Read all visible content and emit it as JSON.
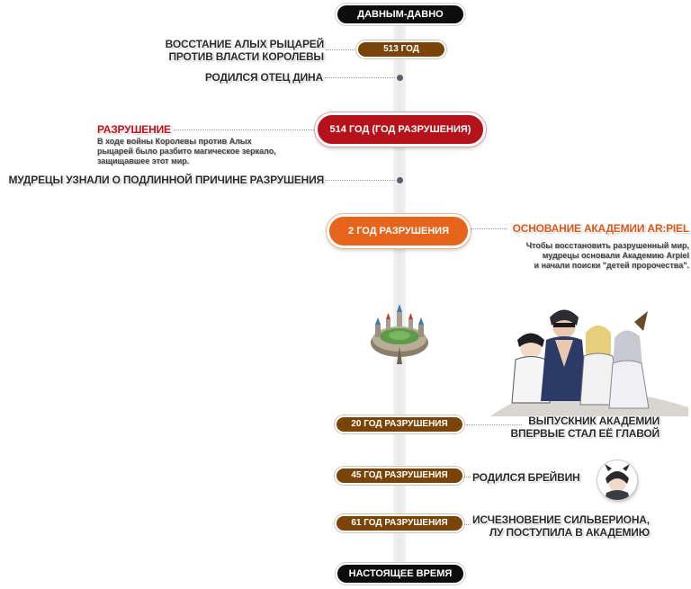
{
  "timeline": {
    "start_label": "ДАВНЫМ-ДАВНО",
    "end_label": "НАСТОЯЩЕЕ ВРЕМЯ",
    "events": [
      {
        "year": "513 ГОД",
        "title_line1": "ВОССТАНИЕ АЛЫХ РЫЦАРЕЙ",
        "title_line2": "ПРОТИВ ВЛАСТИ КОРОЛЕВЫ"
      },
      {
        "title": "РОДИЛСЯ ОТЕЦ ДИНА"
      },
      {
        "year": "514 ГОД (ГОД РАЗРУШЕНИЯ)",
        "heading": "РАЗРУШЕНИЕ",
        "desc_lines": [
          "В ходе войны Королевы против Алых",
          "рыцарей было разбито магическое зеркало,",
          "защищавшее этот мир."
        ]
      },
      {
        "title": "МУДРЕЦЫ УЗНАЛИ О ПОДЛИННОЙ ПРИЧИНЕ РАЗРУШЕНИЯ"
      },
      {
        "year": "2 ГОД РАЗРУШЕНИЯ",
        "heading": "ОСНОВАНИЕ АКАДЕМИИ AR:PIEL",
        "desc_lines": [
          "Чтобы восстановить разрушенный мир,",
          "мудрецы основали Академию Arpiel",
          "и начали поиски \"детей пророчества\"."
        ]
      },
      {
        "year": "20 ГОД РАЗРУШЕНИЯ",
        "title_line1": "ВЫПУСКНИК АКАДЕМИИ",
        "title_line2": "ВПЕРВЫЕ СТАЛ ЕЁ ГЛАВОЙ"
      },
      {
        "year": "45 ГОД РАЗРУШЕНИЯ",
        "title": "РОДИЛСЯ БРЕЙВИН"
      },
      {
        "year": "61 ГОД РАЗРУШЕНИЯ",
        "title_line1": "ИСЧЕЗНОВЕНИЕ СИЛЬВЕРИОНА,",
        "title_line2": "ЛУ ПОСТУПИЛА В АКАДЕМИЮ"
      }
    ]
  },
  "colors": {
    "red": "#b5121b",
    "orange": "#e6641c",
    "brown": "#7a4408",
    "black": "#0d0d0d"
  },
  "icons": [
    "academy-castle-icon",
    "characters-group-illustration",
    "brevin-avatar-icon"
  ]
}
